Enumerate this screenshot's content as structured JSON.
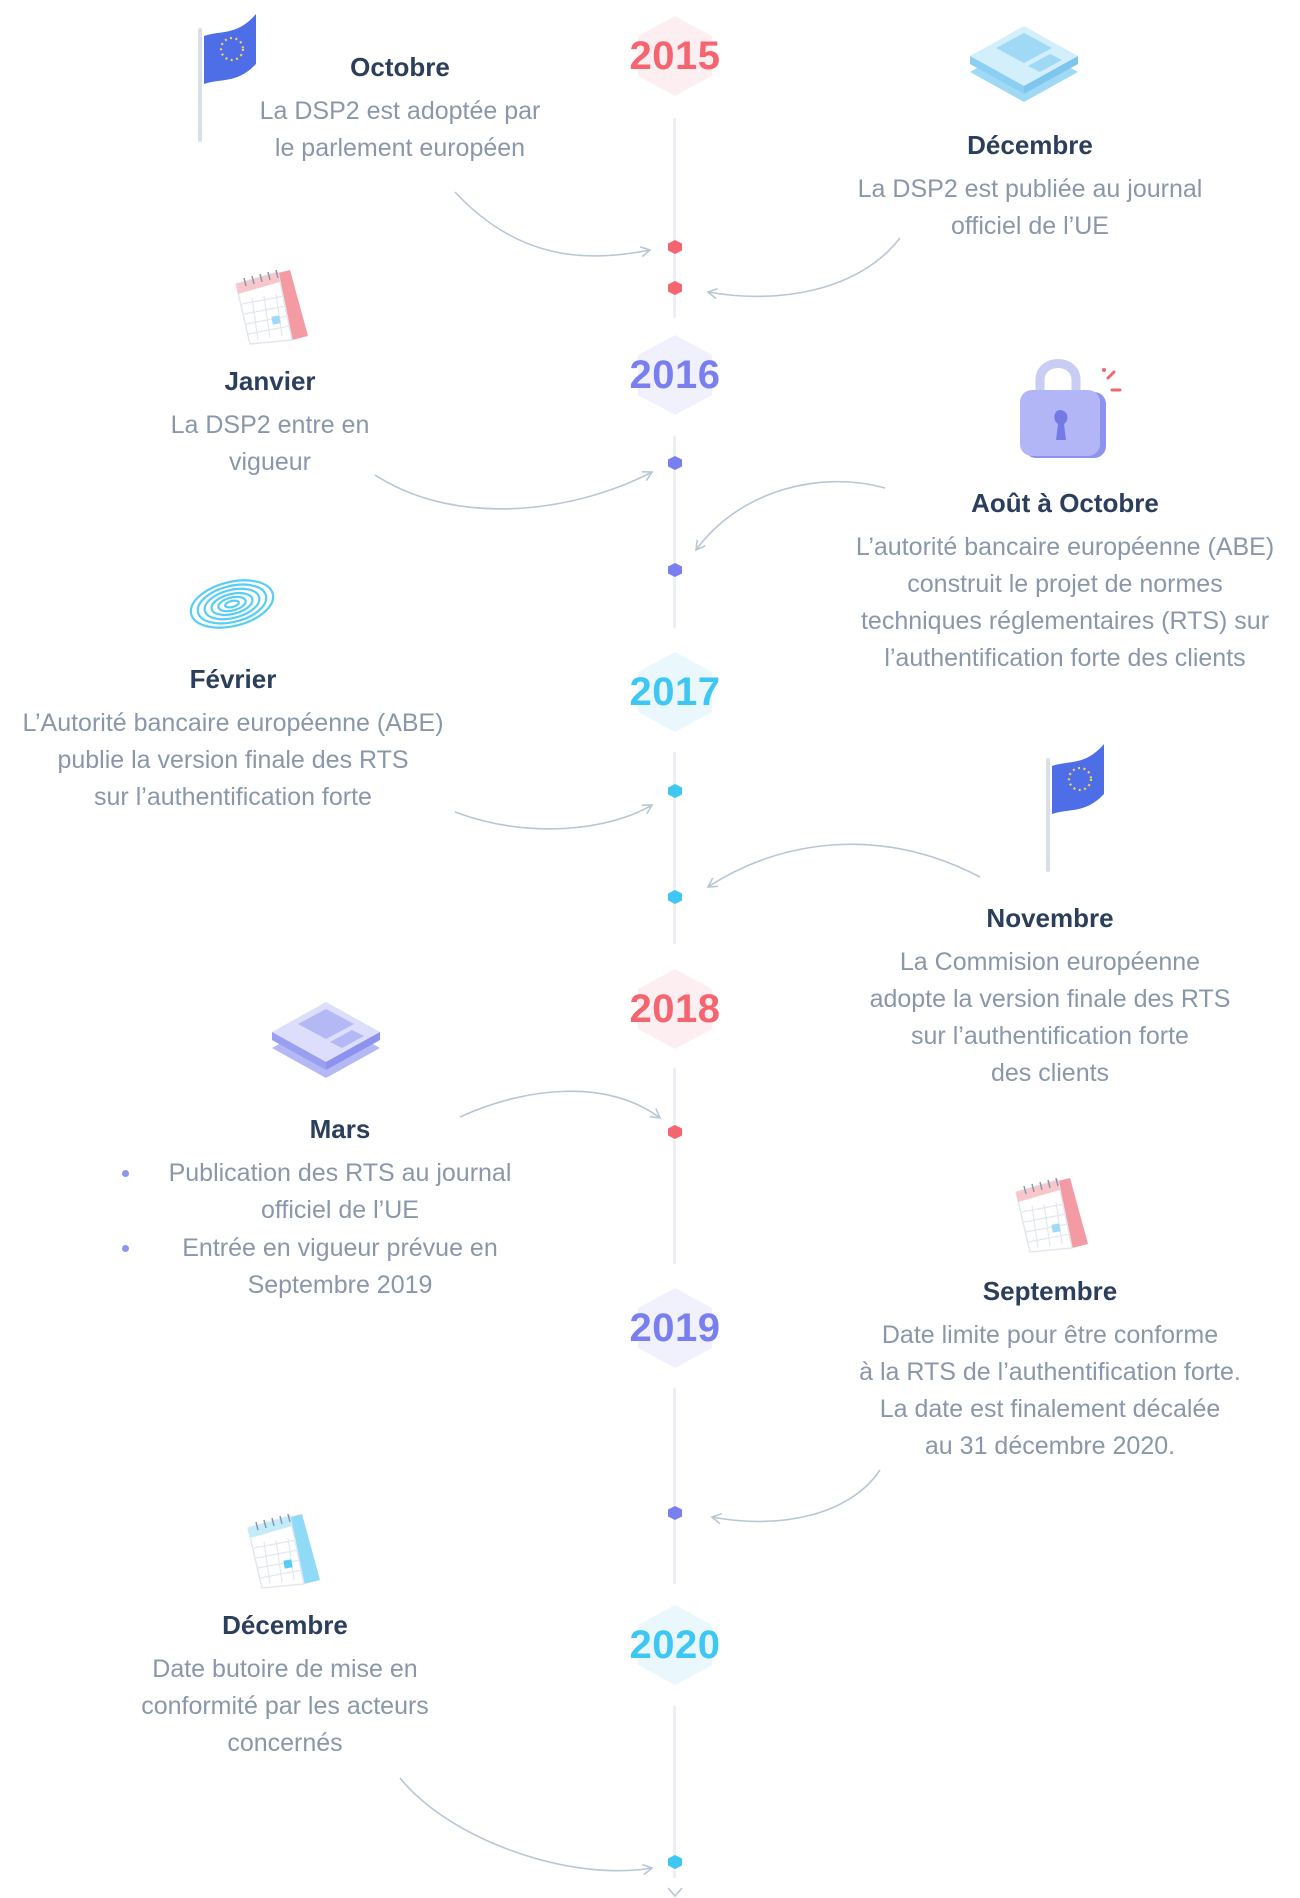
{
  "colors": {
    "red": "#f4656f",
    "violet": "#7a7ff0",
    "cyan": "#3fc7f4",
    "title": "#2b3e5c",
    "text": "#8a97ab",
    "line": "#eceff3",
    "arrow": "#b8c6d6"
  },
  "years": [
    {
      "label": "2015",
      "color": "#f4656f",
      "bg": "#fdeff1"
    },
    {
      "label": "2016",
      "color": "#7a7ff0",
      "bg": "#f0f1fd"
    },
    {
      "label": "2017",
      "color": "#3fc7f4",
      "bg": "#eaf8fe"
    },
    {
      "label": "2018",
      "color": "#f4656f",
      "bg": "#fdeff1"
    },
    {
      "label": "2019",
      "color": "#7a7ff0",
      "bg": "#f0f1fd"
    },
    {
      "label": "2020",
      "color": "#3fc7f4",
      "bg": "#eaf8fe"
    }
  ],
  "events": [
    {
      "month": "Octobre",
      "text": "La DSP2 est adoptée par\nle parlement européen",
      "icon": "eu-flag-icon"
    },
    {
      "month": "Décembre",
      "text": "La DSP2 est publiée au journal\nofficiel de l’UE",
      "icon": "newspaper-icon"
    },
    {
      "month": "Janvier",
      "text": "La DSP2 entre en\nvigueur",
      "icon": "calendar-icon"
    },
    {
      "month": "Août à Octobre",
      "text": "L’autorité bancaire européenne (ABE)\nconstruit le projet de normes\ntechniques réglementaires (RTS) sur\nl’authentification forte des clients",
      "icon": "padlock-icon"
    },
    {
      "month": "Février",
      "text": "L’Autorité bancaire européenne (ABE)\npublie la version finale des RTS\nsur l’authentification forte",
      "icon": "fingerprint-icon"
    },
    {
      "month": "Novembre",
      "text": "La Commision européenne\nadopte la version finale des RTS\nsur l’authentification forte\ndes clients",
      "icon": "eu-flag-icon"
    },
    {
      "month": "Mars",
      "bullets": [
        "Publication des RTS au journal\nofficiel de l’UE",
        "Entrée en vigueur prévue en\nSeptembre 2019"
      ],
      "icon": "newspaper-icon"
    },
    {
      "month": "Septembre",
      "text": "Date limite pour être conforme\nà la RTS de l’authentification forte.\nLa date est finalement décalée\nau 31 décembre 2020.",
      "icon": "calendar-icon"
    },
    {
      "month": "Décembre",
      "text": "Date butoire de mise en\nconformité par les acteurs\nconcernés",
      "icon": "calendar-icon"
    }
  ]
}
